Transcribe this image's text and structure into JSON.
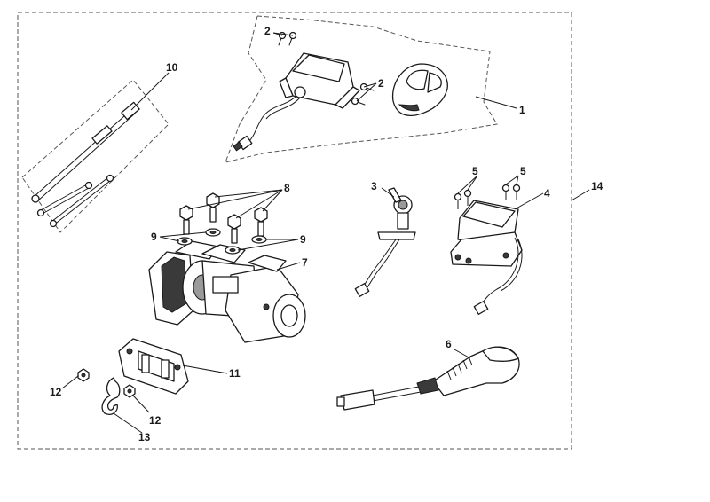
{
  "callouts": {
    "c1": "1",
    "c2a": "2",
    "c2b": "2",
    "c3": "3",
    "c4": "4",
    "c5a": "5",
    "c5b": "5",
    "c6": "6",
    "c7": "7",
    "c8": "8",
    "c9a": "9",
    "c9b": "9",
    "c10": "10",
    "c11": "11",
    "c12a": "12",
    "c12b": "12",
    "c13": "13",
    "c14": "14"
  }
}
